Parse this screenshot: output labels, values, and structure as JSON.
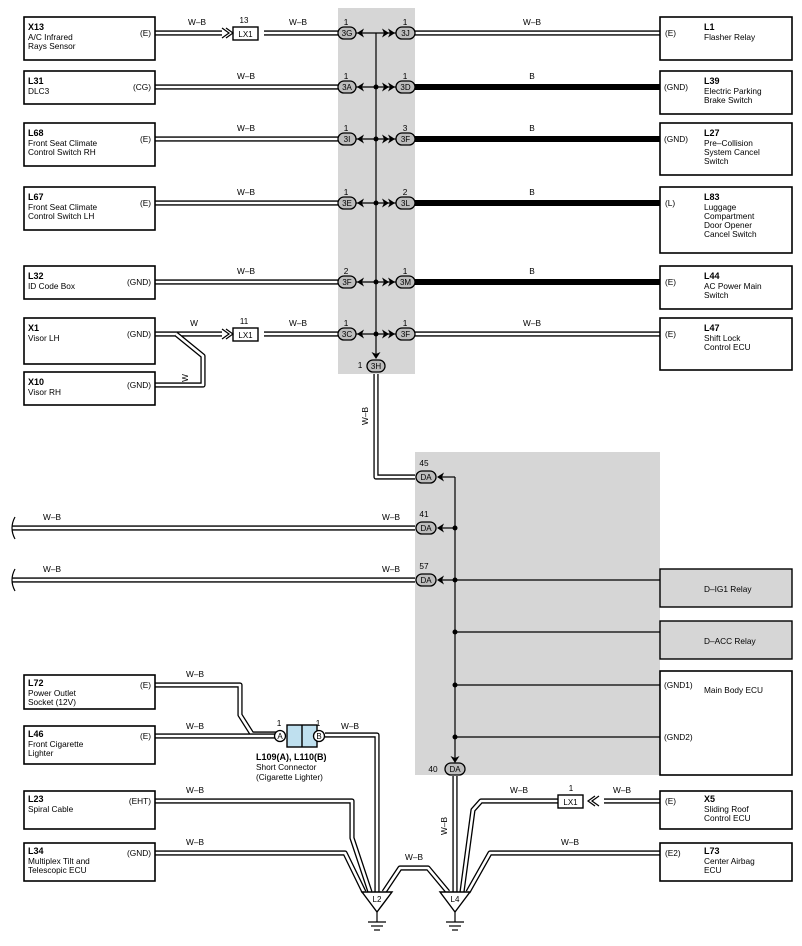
{
  "components": {
    "x13": {
      "id": "X13",
      "lines": [
        "A/C Infrared",
        "Rays Sensor"
      ],
      "pin": "(E)"
    },
    "l31": {
      "id": "L31",
      "lines": [
        "DLC3"
      ],
      "pin": "(CG)"
    },
    "l68": {
      "id": "L68",
      "lines": [
        "Front Seat Climate",
        "Control Switch RH"
      ],
      "pin": "(E)"
    },
    "l67": {
      "id": "L67",
      "lines": [
        "Front Seat Climate",
        "Control Switch LH"
      ],
      "pin": "(E)"
    },
    "l32": {
      "id": "L32",
      "lines": [
        "ID Code Box"
      ],
      "pin": "(GND)"
    },
    "x1": {
      "id": "X1",
      "lines": [
        "Visor LH"
      ],
      "pin": "(GND)"
    },
    "x10": {
      "id": "X10",
      "lines": [
        "Visor RH"
      ],
      "pin": "(GND)"
    },
    "l1": {
      "id": "L1",
      "lines": [
        "Flasher Relay"
      ],
      "pin": "(E)"
    },
    "l39": {
      "id": "L39",
      "lines": [
        "Electric Parking",
        "Brake Switch"
      ],
      "pin": "(GND)"
    },
    "l27": {
      "id": "L27",
      "lines": [
        "Pre–Collision",
        "System Cancel",
        "Switch"
      ],
      "pin": "(GND)"
    },
    "l83": {
      "id": "L83",
      "lines": [
        "Luggage",
        "Compartment",
        "Door Opener",
        "Cancel Switch"
      ],
      "pin": "(L)"
    },
    "l44": {
      "id": "L44",
      "lines": [
        "AC Power Main",
        "Switch"
      ],
      "pin": "(E)"
    },
    "l47": {
      "id": "L47",
      "lines": [
        "Shift Lock",
        "Control ECU"
      ],
      "pin": "(E)"
    },
    "l72": {
      "id": "L72",
      "lines": [
        "Power Outlet",
        "Socket (12V)"
      ],
      "pin": "(E)"
    },
    "l46": {
      "id": "L46",
      "lines": [
        "Front Cigarette",
        "Lighter"
      ],
      "pin": "(E)"
    },
    "l23": {
      "id": "L23",
      "lines": [
        "Spiral Cable"
      ],
      "pin": "(EHT)"
    },
    "l34": {
      "id": "L34",
      "lines": [
        "Multiplex Tilt and",
        "Telescopic ECU"
      ],
      "pin": "(GND)"
    },
    "x5": {
      "id": "X5",
      "lines": [
        "Sliding Roof",
        "Control ECU"
      ],
      "pin": "(E)"
    },
    "l73": {
      "id": "L73",
      "lines": [
        "Center Airbag",
        "ECU"
      ],
      "pin": "(E2)"
    }
  },
  "relays": {
    "dig1": "D–IG1 Relay",
    "dacc": "D–ACC Relay",
    "mainbody": {
      "label": "Main Body ECU",
      "pin1": "(GND1)",
      "pin2": "(GND2)"
    }
  },
  "junction_left": {
    "row1": {
      "pin": "1",
      "conn": "3G"
    },
    "row2": {
      "pin": "1",
      "conn": "3A"
    },
    "row3": {
      "pin": "1",
      "conn": "3I"
    },
    "row4": {
      "pin": "1",
      "conn": "3E"
    },
    "row5": {
      "pin": "2",
      "conn": "3F"
    },
    "row6": {
      "pin": "1",
      "conn": "3C"
    }
  },
  "junction_right": {
    "row1": {
      "pin": "1",
      "conn": "3J"
    },
    "row2": {
      "pin": "1",
      "conn": "3D"
    },
    "row3": {
      "pin": "3",
      "conn": "3F"
    },
    "row4": {
      "pin": "2",
      "conn": "3L"
    },
    "row5": {
      "pin": "1",
      "conn": "3M"
    },
    "row6": {
      "pin": "1",
      "conn": "3F"
    }
  },
  "junction_bottom": {
    "pin": "1",
    "conn": "3H"
  },
  "da_pins": {
    "p45": "45",
    "p41": "41",
    "p57": "57",
    "p40": "40",
    "conn": "DA"
  },
  "lx1": {
    "label": "LX1",
    "pin_top": "13",
    "pin_mid": "11",
    "pin_bot": "1"
  },
  "short_connector": {
    "a": "A",
    "b": "B",
    "pin_a": "1",
    "pin_b": "1",
    "title": "L109(A), L110(B)",
    "line1": "Short Connector",
    "line2": "(Cigarette Lighter)"
  },
  "grounds": {
    "l2": "L2",
    "l4": "L4"
  },
  "wire_labels": {
    "wb": "W–B",
    "b": "B",
    "w": "W"
  }
}
